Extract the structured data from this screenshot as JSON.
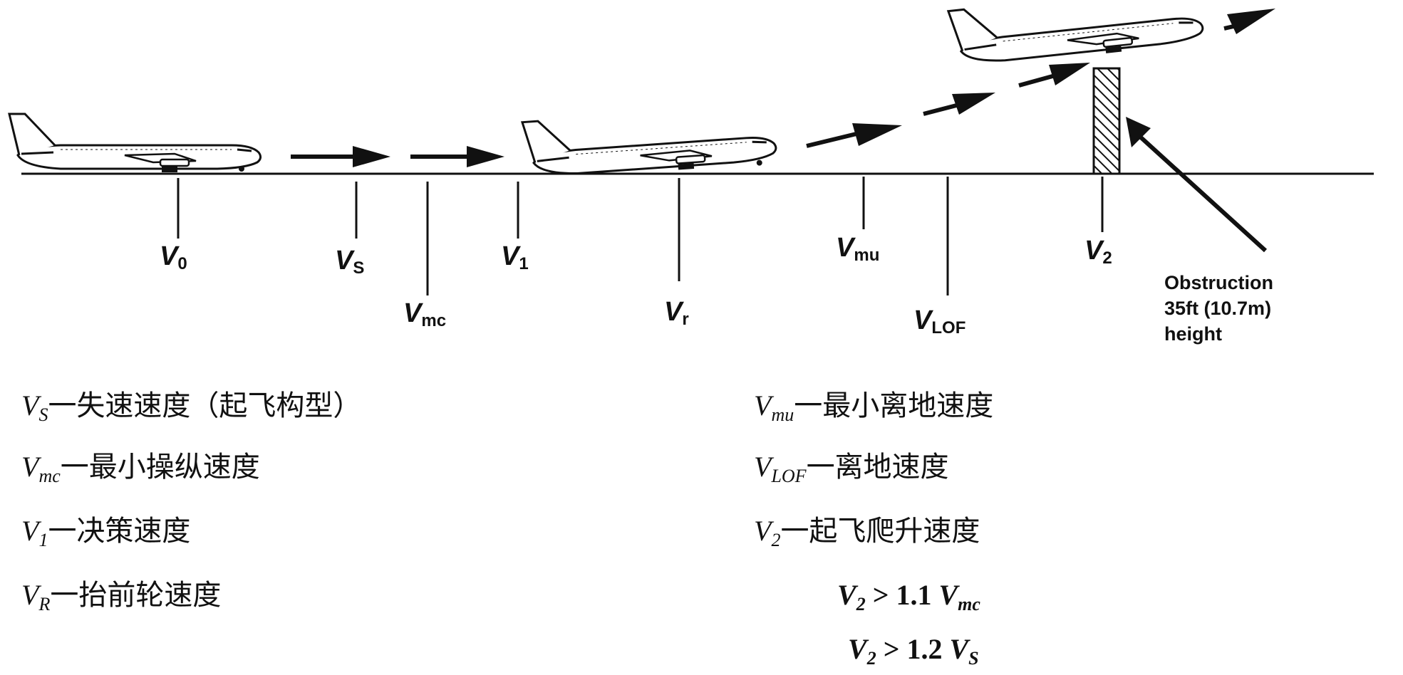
{
  "diagram": {
    "speed_markers": [
      {
        "main": "V",
        "sub": "0"
      },
      {
        "main": "V",
        "sub": "S"
      },
      {
        "main": "V",
        "sub": "mc"
      },
      {
        "main": "V",
        "sub": "1"
      },
      {
        "main": "V",
        "sub": "r"
      },
      {
        "main": "V",
        "sub": "mu"
      },
      {
        "main": "V",
        "sub": "LOF"
      },
      {
        "main": "V",
        "sub": "2"
      }
    ],
    "obstruction_label": [
      "Obstruction",
      "35ft (10.7m)",
      "height"
    ]
  },
  "legend_left": [
    {
      "symbol": "V",
      "sub": "S",
      "text": "一失速速度（起飞构型）"
    },
    {
      "symbol": "V",
      "sub": "mc",
      "text": "一最小操纵速度"
    },
    {
      "symbol": "V",
      "sub": "1",
      "text": "一决策速度"
    },
    {
      "symbol": "V",
      "sub": "R",
      "text": "一抬前轮速度"
    }
  ],
  "legend_right": [
    {
      "symbol": "V",
      "sub": "mu",
      "text": "一最小离地速度"
    },
    {
      "symbol": "V",
      "sub": "LOF",
      "text": "一离地速度"
    },
    {
      "symbol": "V",
      "sub": "2",
      "text": "一起飞爬升速度"
    }
  ],
  "formulas": [
    {
      "lhs": "V",
      "lhs_sub": "2",
      "op": " > 1.1 ",
      "rhs": "V",
      "rhs_sub": "mc"
    },
    {
      "lhs": "V",
      "lhs_sub": "2",
      "op": " > 1.2 ",
      "rhs": "V",
      "rhs_sub": "S"
    }
  ]
}
